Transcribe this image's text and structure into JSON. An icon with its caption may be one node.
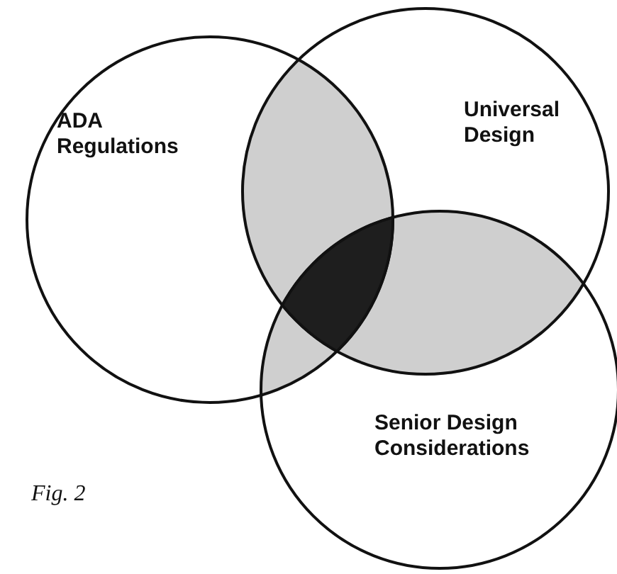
{
  "diagram": {
    "nodes": [
      {
        "text": [
          "ADA Regulations"
        ]
      },
      {
        "text": [
          "Universal Design"
        ]
      },
      {
        "text": [
          "Senior Design Considerations"
        ]
      }
    ],
    "labels": [
      "Fig. 2"
    ]
  }
}
